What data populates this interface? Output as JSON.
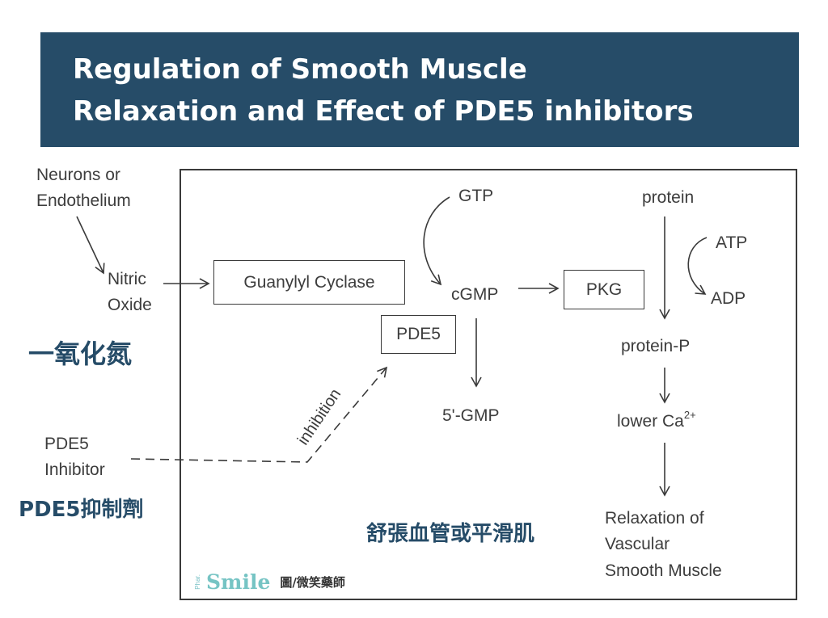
{
  "header": {
    "title_line1": "Regulation of Smooth Muscle",
    "title_line2": "Relaxation and Effect of PDE5 inhibitors"
  },
  "diagram": {
    "source_line1": "Neurons or",
    "source_line2": "Endothelium",
    "nitric": "Nitric",
    "oxide": "Oxide",
    "guanylyl_cyclase": "Guanylyl Cyclase",
    "gtp": "GTP",
    "cgmp": "cGMP",
    "pkg": "PKG",
    "pde5": "PDE5",
    "five_gmp": "5'-GMP",
    "inhibition": "inhibition",
    "inhibitor_line1": "PDE5",
    "inhibitor_line2": "Inhibitor",
    "protein": "protein",
    "atp": "ATP",
    "adp": "ADP",
    "protein_p": "protein-P",
    "lower_ca": "lower Ca",
    "ca_charge": "2+",
    "relax_line1": "Relaxation of",
    "relax_line2": "Vascular",
    "relax_line3": "Smooth Muscle"
  },
  "annotations": {
    "nitric_oxide_zh": "一氧化氮",
    "pde5_inhibitor_zh": "PDE5抑制劑",
    "relax_zh": "舒張血管或平滑肌"
  },
  "watermark": {
    "phar": "Phar.",
    "brand": "Smile",
    "credit": "圖/微笑藥師"
  },
  "colors": {
    "banner": "#264c68",
    "annotation": "#264c68",
    "brand": "#76c4c4"
  }
}
